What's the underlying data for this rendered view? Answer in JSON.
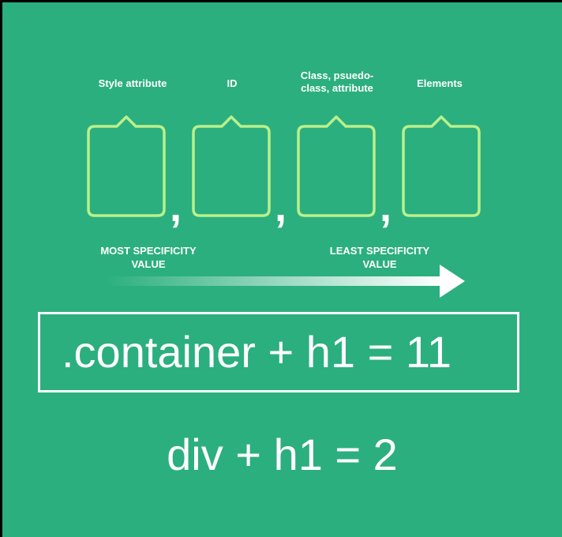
{
  "columns": [
    {
      "label": "Style attribute"
    },
    {
      "label": "ID"
    },
    {
      "label": "Class, psuedo-\nclass, attribute"
    },
    {
      "label": "Elements"
    }
  ],
  "separator": ",",
  "specificity": {
    "most": "MOST SPECIFICITY\nVALUE",
    "least": "LEAST SPECIFICITY\nVALUE"
  },
  "examples": {
    "first": ".container + h1 = 11",
    "second": "div + h1 = 2"
  },
  "colors": {
    "background": "#2baf7e",
    "box_stroke": "#b9f08c",
    "text": "#ffffff"
  }
}
